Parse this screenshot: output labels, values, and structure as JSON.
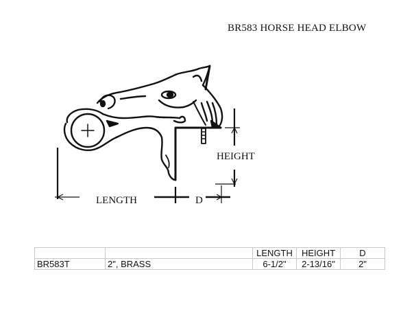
{
  "title": "BR583 HORSE HEAD ELBOW",
  "diagram": {
    "subject": "horse head elbow",
    "labels": {
      "length": "LENGTH",
      "height": "HEIGHT",
      "d": "D"
    }
  },
  "spec_table": {
    "headers": [
      "",
      "",
      "LENGTH",
      "HEIGHT",
      "D"
    ],
    "rows": [
      {
        "part": "BR583T",
        "description": "2\", BRASS",
        "length": "6-1/2\"",
        "height": "2-13/16\"",
        "d": "2\""
      }
    ]
  }
}
